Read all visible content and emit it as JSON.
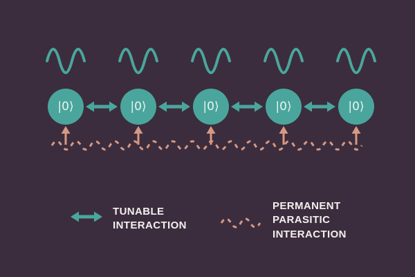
{
  "colors": {
    "background": "#3b2d3d",
    "teal": "#4aa69d",
    "salmon": "#d79884",
    "label_text": "#f3efef"
  },
  "qubits": [
    {
      "label": "|0⟩"
    },
    {
      "label": "|0⟩"
    },
    {
      "label": "|0⟩"
    },
    {
      "label": "|0⟩"
    },
    {
      "label": "|0⟩"
    }
  ],
  "legend": {
    "tunable_label": "TUNABLE INTERACTION",
    "parasitic_label": "PERMANENT PARASITIC INTERACTION"
  }
}
